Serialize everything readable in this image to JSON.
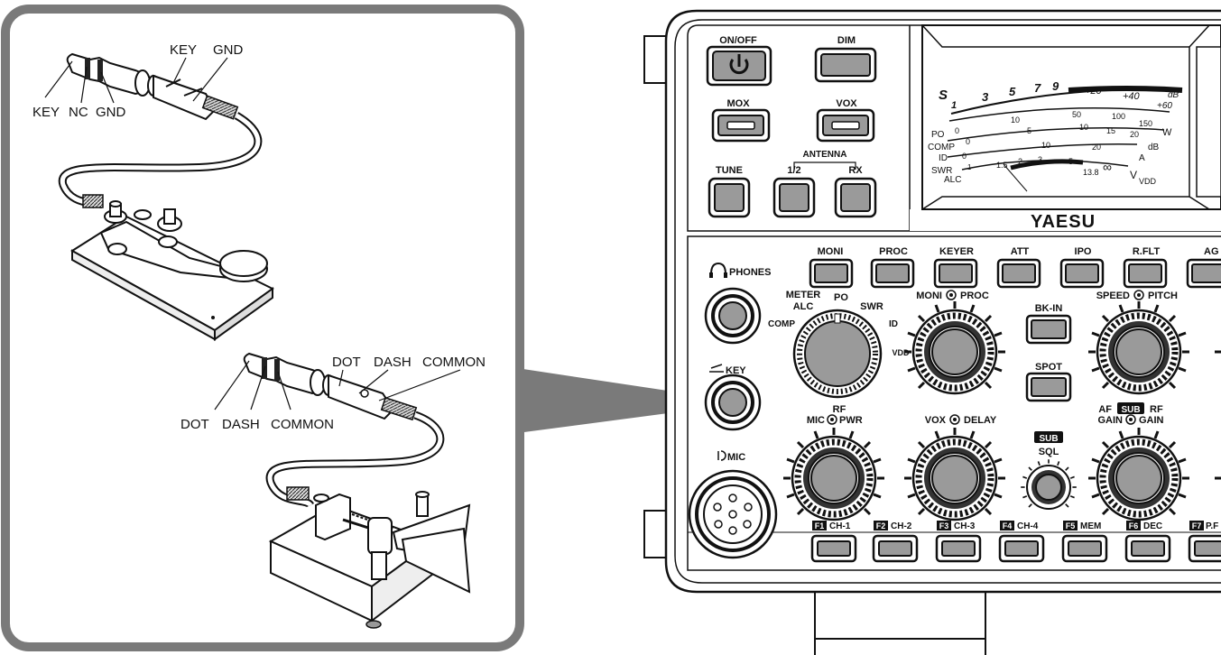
{
  "callout": {
    "straight_key": {
      "plug_labels": [
        "KEY",
        "NC",
        "GND"
      ],
      "wire_labels": [
        "KEY",
        "GND"
      ]
    },
    "paddle_key": {
      "plug_labels": [
        "DOT",
        "DASH",
        "COMMON"
      ],
      "wire_labels": [
        "DOT",
        "DASH",
        "COMMON"
      ]
    }
  },
  "panel": {
    "brand": "YAESU",
    "buttons_top": {
      "onoff": "ON/OFF",
      "dim": "DIM",
      "mox": "MOX",
      "vox": "VOX",
      "antenna_group": "ANTENNA",
      "tune": "TUNE",
      "ant12": "1/2",
      "rx": "RX"
    },
    "meter": {
      "s_label": "S",
      "s_scale": [
        "1",
        "3",
        "5",
        "7",
        "9",
        "+20",
        "+40",
        "+60"
      ],
      "db_label": "dB",
      "po_label": "PO",
      "po_scale": [
        "0",
        "10",
        "50",
        "100",
        "150"
      ],
      "w_label": "W",
      "comp_label": "COMP",
      "comp_scale": [
        "0",
        "5",
        "10",
        "15",
        "20"
      ],
      "dB2_label": "dB",
      "id_label": "ID",
      "id_scale": [
        "0",
        "10",
        "20"
      ],
      "a_label": "A",
      "swr_label": "SWR",
      "swr_scale": [
        "1",
        "1.5",
        "2",
        "3",
        "5",
        "∞"
      ],
      "alc_label": "ALC",
      "vdd_scale": [
        "13.8"
      ],
      "v_label": "V",
      "vdd_label": "VDD"
    },
    "row_buttons": [
      "MONI",
      "PROC",
      "KEYER",
      "ATT",
      "IPO",
      "R.FLT",
      "AG"
    ],
    "phones": "PHONES",
    "key": "KEY",
    "mic": "MIC",
    "meter_knob": {
      "title": "METER",
      "alc": "ALC",
      "po": "PO",
      "swr": "SWR",
      "comp": "COMP",
      "id": "ID",
      "vdd": "VDD"
    },
    "knob_labels": {
      "moni_proc_l": "MONI",
      "moni_proc_r": "PROC",
      "speed_pitch_l": "SPEED",
      "speed_pitch_r": "PITCH",
      "mic": "MIC",
      "rf": "RF",
      "pwr": "PWR",
      "vox": "VOX",
      "delay": "DELAY",
      "sub": "SUB",
      "sql": "SQL",
      "af": "AF",
      "gain": "GAIN",
      "rf2": "RF",
      "gain2": "GAIN"
    },
    "bkin": "BK-IN",
    "spot": "SPOT",
    "fkeys": [
      {
        "tag": "F1",
        "label": "CH-1"
      },
      {
        "tag": "F2",
        "label": "CH-2"
      },
      {
        "tag": "F3",
        "label": "CH-3"
      },
      {
        "tag": "F4",
        "label": "CH-4"
      },
      {
        "tag": "F5",
        "label": "MEM"
      },
      {
        "tag": "F6",
        "label": "DEC"
      },
      {
        "tag": "F7",
        "label": "P.F"
      }
    ]
  }
}
